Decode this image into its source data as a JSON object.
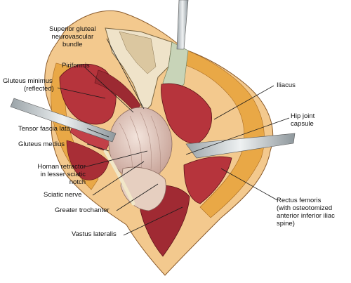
{
  "figure": {
    "labels": {
      "superior_gluteal": [
        "Superior gluteal",
        "neurovascular",
        "bundle"
      ],
      "piriformis": [
        "Piriformis"
      ],
      "gluteus_minimus": [
        "Gluteus minimus",
        "(reflected)"
      ],
      "iliacus": [
        "Iliacus"
      ],
      "tensor_fascia_lata": [
        "Tensor fascia lata"
      ],
      "hip_joint_capsule": [
        "Hip joint",
        "capsule"
      ],
      "gluteus_medius": [
        "Gluteus medius"
      ],
      "homan_retractor": [
        "Homan retractor",
        "in lesser sciatic",
        "notch"
      ],
      "sciatic_nerve": [
        "Sciatic nerve"
      ],
      "rectus_femoris": [
        "Rectus femoris",
        "(with osteotomized",
        "anterior inferior iliac",
        "spine)"
      ],
      "greater_trochanter": [
        "Greater trochanter"
      ],
      "vastus_lateralis": [
        "Vastus lateralis"
      ]
    },
    "colors": {
      "skin": "#f3c98e",
      "fat": "#e9a846",
      "muscle": "#b6343c",
      "muscle_dark": "#7e1d24",
      "capsule": "#e8d2c8",
      "bone": "#efe3c9",
      "retractor": "#d8dde0",
      "leader": "#1a1a1a"
    }
  }
}
